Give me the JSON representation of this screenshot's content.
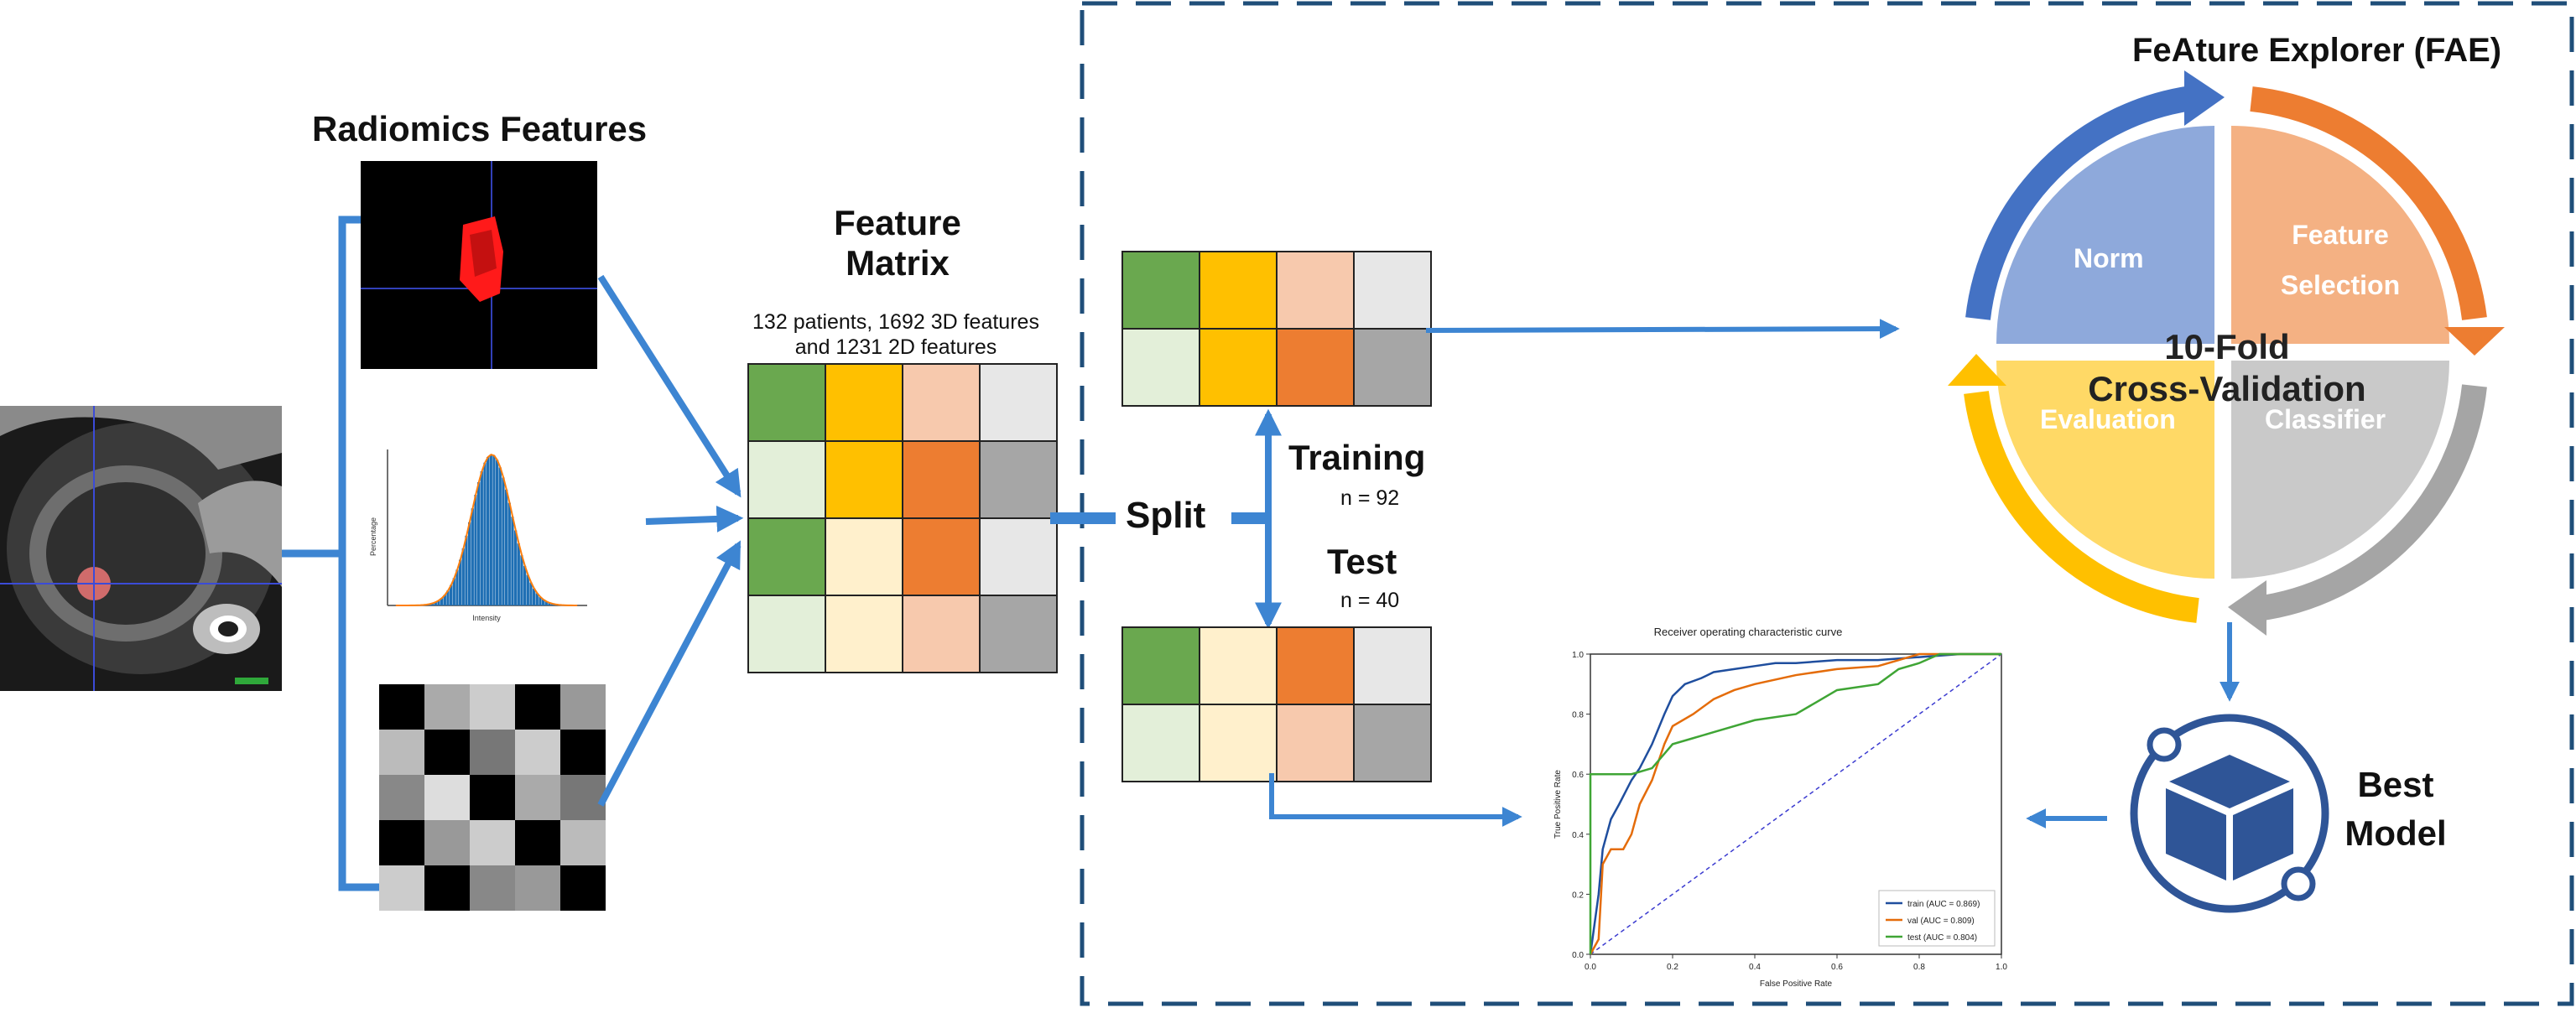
{
  "labels": {
    "radiomics_features": "Radiomics Features",
    "feature_matrix_title": "Feature\nMatrix",
    "feature_matrix_desc_1": "132 patients, 1692 3D features",
    "feature_matrix_desc_2": "and 1231 2D features",
    "split": "Split",
    "training": "Training",
    "training_n": "n = 92",
    "test": "Test",
    "test_n": "n = 40",
    "fae_title": "FeAture Explorer (FAE)",
    "norm": "Norm",
    "feature_selection_1": "Feature",
    "feature_selection_2": "Selection",
    "evaluation": "Evaluation",
    "classifier": "Classifier",
    "cv_1": "10-Fold",
    "cv_2": "Cross-Validation",
    "best_model_1": "Best",
    "best_model_2": "Model"
  },
  "colors": {
    "arrow_blue": "#3D85D2",
    "dash_border": "#1F4E79",
    "green_dark": "#6AA84F",
    "green_light": "#E3EFD9",
    "yellow": "#FFC000",
    "yellow_light": "#FFF0CC",
    "peach": "#F7C9AD",
    "orange": "#ED7D31",
    "grey_light": "#E7E7E7",
    "grey": "#A6A6A6",
    "norm_fill": "#8EA9DB",
    "norm_ring": "#4472C4",
    "feature_fill": "#F4B183",
    "feature_ring": "#ED7D31",
    "eval_fill": "#FFD966",
    "eval_ring": "#FFC000",
    "class_fill": "#C9C9C9",
    "class_ring": "#A5A5A5",
    "roc_train": "#1F4E9E",
    "roc_val": "#E46C0A",
    "roc_test": "#3FA535"
  },
  "matrices": {
    "feature_matrix": [
      [
        "green_dark",
        "yellow",
        "peach",
        "grey_light"
      ],
      [
        "green_light",
        "yellow",
        "orange",
        "grey"
      ],
      [
        "green_dark",
        "yellow_light",
        "orange",
        "grey_light"
      ],
      [
        "green_light",
        "yellow_light",
        "peach",
        "grey"
      ]
    ],
    "training_matrix": [
      [
        "green_dark",
        "yellow",
        "peach",
        "grey_light"
      ],
      [
        "green_light",
        "yellow",
        "orange",
        "grey"
      ]
    ],
    "test_matrix": [
      [
        "green_dark",
        "yellow_light",
        "orange",
        "grey_light"
      ],
      [
        "green_light",
        "yellow_light",
        "peach",
        "grey"
      ]
    ]
  },
  "histogram": {
    "ylabel": "Percentage",
    "xlabel": "Intensity"
  },
  "roc": {
    "title": "Receiver operating characteristic curve",
    "xlabel": "False Positive Rate",
    "ylabel": "True Positive Rate",
    "ticks": [
      "0.0",
      "0.2",
      "0.4",
      "0.6",
      "0.8",
      "1.0"
    ],
    "legend": [
      "train (AUC = 0.869)",
      "val (AUC = 0.809)",
      "test (AUC = 0.804)"
    ]
  },
  "chart_data": {
    "type": "line",
    "title": "Receiver operating characteristic curve",
    "xlabel": "False Positive Rate",
    "ylabel": "True Positive Rate",
    "xlim": [
      0,
      1
    ],
    "ylim": [
      0,
      1
    ],
    "series": [
      {
        "name": "train (AUC = 0.869)",
        "x": [
          0,
          0.01,
          0.02,
          0.03,
          0.05,
          0.07,
          0.1,
          0.12,
          0.15,
          0.18,
          0.2,
          0.23,
          0.27,
          0.3,
          0.35,
          0.4,
          0.45,
          0.5,
          0.6,
          0.7,
          0.8,
          0.9,
          1.0
        ],
        "y": [
          0,
          0.1,
          0.2,
          0.35,
          0.45,
          0.5,
          0.58,
          0.62,
          0.7,
          0.8,
          0.86,
          0.9,
          0.92,
          0.94,
          0.95,
          0.96,
          0.97,
          0.97,
          0.98,
          0.98,
          0.99,
          1.0,
          1.0
        ]
      },
      {
        "name": "val (AUC = 0.809)",
        "x": [
          0,
          0.02,
          0.03,
          0.05,
          0.08,
          0.1,
          0.12,
          0.15,
          0.18,
          0.2,
          0.25,
          0.3,
          0.35,
          0.4,
          0.5,
          0.6,
          0.7,
          0.75,
          0.8,
          0.9,
          1.0
        ],
        "y": [
          0,
          0.05,
          0.3,
          0.35,
          0.35,
          0.4,
          0.5,
          0.58,
          0.7,
          0.76,
          0.8,
          0.85,
          0.88,
          0.9,
          0.93,
          0.95,
          0.96,
          0.98,
          1.0,
          1.0,
          1.0
        ]
      },
      {
        "name": "test (AUC = 0.804)",
        "x": [
          0,
          0.0,
          0.1,
          0.15,
          0.2,
          0.25,
          0.3,
          0.4,
          0.5,
          0.55,
          0.6,
          0.7,
          0.75,
          0.8,
          0.85,
          0.9,
          1.0
        ],
        "y": [
          0,
          0.6,
          0.6,
          0.62,
          0.7,
          0.72,
          0.74,
          0.78,
          0.8,
          0.84,
          0.88,
          0.9,
          0.95,
          0.97,
          1.0,
          1.0,
          1.0
        ]
      }
    ]
  }
}
